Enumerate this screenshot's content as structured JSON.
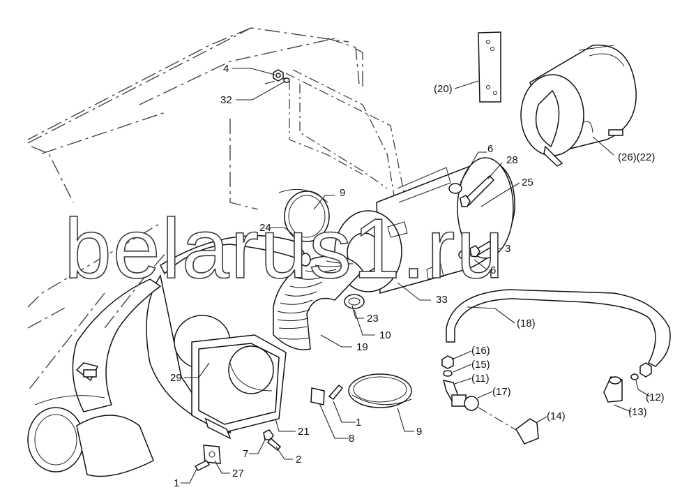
{
  "watermark": "belarus1.ru",
  "labels": {
    "l4": "4",
    "l32": "32",
    "l20": "(20)",
    "l26_22": "(26)(22)",
    "l6a": "6",
    "l28": "28",
    "l25": "25",
    "l9a": "9",
    "l24": "24",
    "l3": "3",
    "l6b": "6",
    "l33": "33",
    "l18": "(18)",
    "l23": "23",
    "l10": "10",
    "l19": "19",
    "l16": "(16)",
    "l15": "(15)",
    "l11": "(11)",
    "l17": "(17)",
    "l29": "29",
    "l12": "(12)",
    "l13": "(13)",
    "l14": "(14)",
    "l1a": "1",
    "l21": "21",
    "l8": "8",
    "l9b": "9",
    "l7": "7",
    "l2": "2",
    "l1b": "1",
    "l27": "27"
  }
}
